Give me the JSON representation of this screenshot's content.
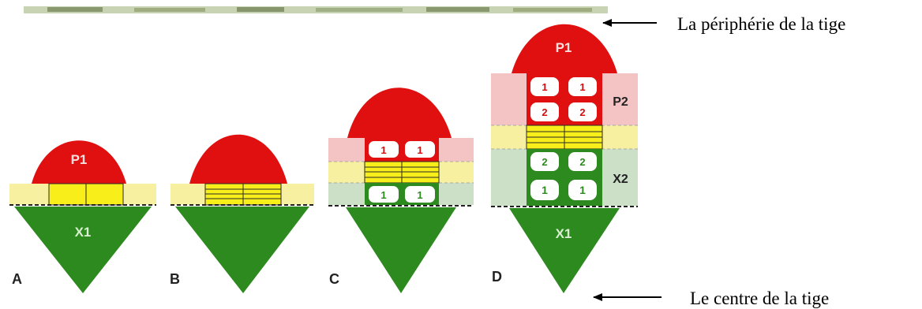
{
  "annotations": {
    "periphery": "La périphérie de la tige",
    "center": "Le centre de la tige"
  },
  "panels": [
    {
      "letter": "A",
      "phloem": "P1",
      "xylem": "X1"
    },
    {
      "letter": "B"
    },
    {
      "letter": "C",
      "phloem_cells": [
        "1",
        "1"
      ],
      "xylem_cells": [
        "1",
        "1"
      ]
    },
    {
      "letter": "D",
      "phloem": "P1",
      "xylem": "X1",
      "phloem_zone": "P2",
      "xylem_zone": "X2",
      "phloem_cells": [
        "1",
        "1",
        "2",
        "2"
      ],
      "xylem_cells": [
        "2",
        "2",
        "1",
        "1"
      ]
    }
  ],
  "colors": {
    "phloem": "#e01010",
    "xylem": "#2d8a1e",
    "cambium": "#f7ee1a",
    "cambium_pale": "#f7f0a0",
    "phloem_pale": "#f4c4c4",
    "xylem_pale": "#cce0c8",
    "stem_band": "#9aa878"
  }
}
